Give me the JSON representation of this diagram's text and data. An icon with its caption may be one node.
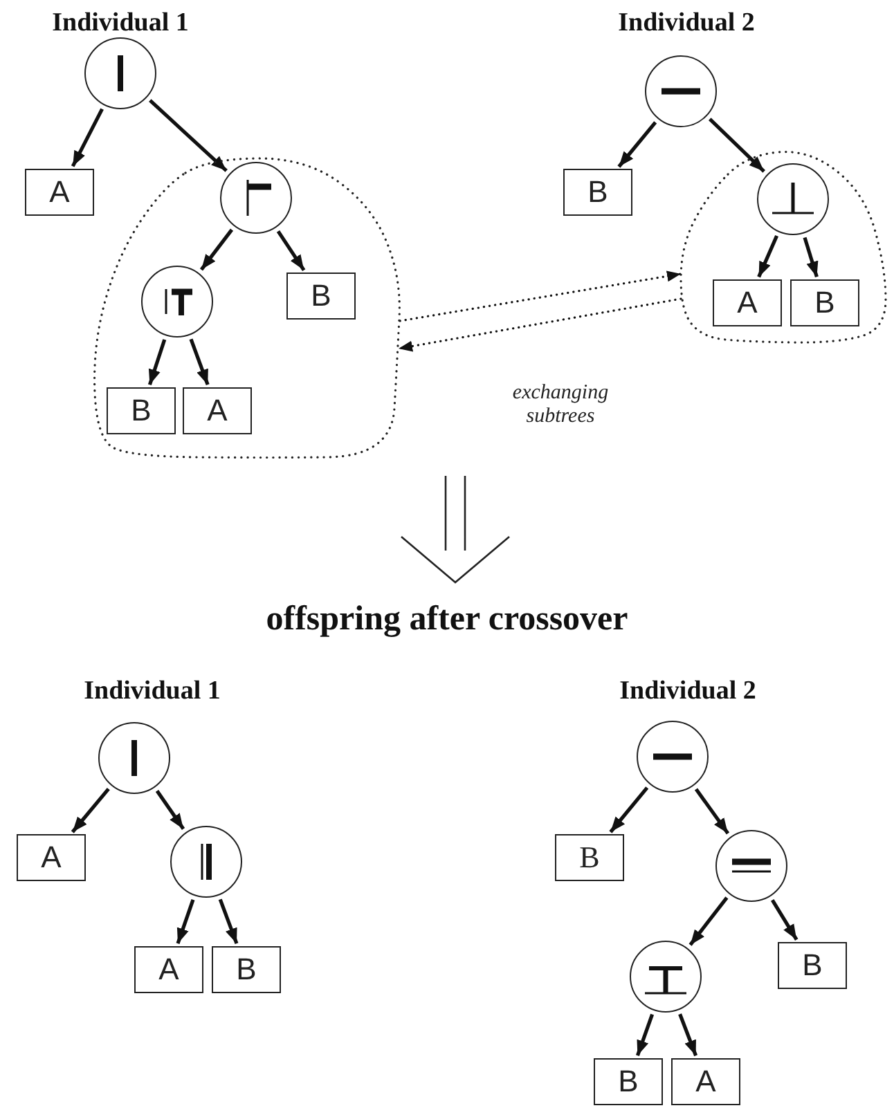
{
  "diagram": {
    "nodes": [
      {
        "text": [],
        "shape": "circle"
      },
      {
        "text": [
          "A"
        ]
      },
      {
        "text": [],
        "shape": "cloud"
      },
      {
        "text": [],
        "shape": "circle",
        "in": 2
      },
      {
        "text": [],
        "shape": "circle",
        "in": 2
      },
      {
        "text": [
          "B"
        ],
        "in": 2
      },
      {
        "text": [
          "B"
        ],
        "in": 2
      },
      {
        "text": [
          "A"
        ],
        "in": 2
      },
      {
        "text": [],
        "shape": "circle"
      },
      {
        "text": [
          "B"
        ]
      },
      {
        "text": [],
        "shape": "cloud"
      },
      {
        "text": [],
        "shape": "circle",
        "in": 10
      },
      {
        "text": [
          "A"
        ],
        "in": 10
      },
      {
        "text": [
          "B"
        ],
        "in": 10
      },
      {
        "text": [],
        "shape": "circle"
      },
      {
        "text": [
          "A"
        ]
      },
      {
        "text": [],
        "shape": "circle"
      },
      {
        "text": [
          "A"
        ]
      },
      {
        "text": [
          "B"
        ]
      },
      {
        "text": [],
        "shape": "circle"
      },
      {
        "text": [
          "B"
        ]
      },
      {
        "text": [],
        "shape": "circle"
      },
      {
        "text": [],
        "shape": "circle"
      },
      {
        "text": [
          "B"
        ]
      },
      {
        "text": [
          "B"
        ]
      },
      {
        "text": [
          "A"
        ]
      }
    ],
    "edges": [
      {
        "from": 0,
        "to": 1,
        "arrow": "to"
      },
      {
        "from": 0,
        "to": 3,
        "arrow": "to"
      },
      {
        "from": 3,
        "to": 4,
        "arrow": "to"
      },
      {
        "from": 3,
        "to": 5,
        "arrow": "to"
      },
      {
        "from": 4,
        "to": 6,
        "arrow": "to"
      },
      {
        "from": 4,
        "to": 7,
        "arrow": "to"
      },
      {
        "from": 8,
        "to": 9,
        "arrow": "to"
      },
      {
        "from": 8,
        "to": 11,
        "arrow": "to"
      },
      {
        "from": 11,
        "to": 12,
        "arrow": "to"
      },
      {
        "from": 11,
        "to": 13,
        "arrow": "to"
      },
      {
        "from": 2,
        "to": 10,
        "arrow": "to",
        "style": "dashed"
      },
      {
        "from": 10,
        "to": 2,
        "arrow": "to",
        "style": "dashed",
        "label": "exchanging subtrees"
      },
      {
        "from": 14,
        "to": 15,
        "arrow": "to"
      },
      {
        "from": 14,
        "to": 16,
        "arrow": "to"
      },
      {
        "from": 16,
        "to": 17,
        "arrow": "to"
      },
      {
        "from": 16,
        "to": 18,
        "arrow": "to"
      },
      {
        "from": 19,
        "to": 20,
        "arrow": "to"
      },
      {
        "from": 19,
        "to": 21,
        "arrow": "to"
      },
      {
        "from": 21,
        "to": 22,
        "arrow": "to"
      },
      {
        "from": 21,
        "to": 23,
        "arrow": "to"
      },
      {
        "from": 22,
        "to": 24,
        "arrow": "to"
      },
      {
        "from": 22,
        "to": 25,
        "arrow": "to"
      }
    ],
    "labels": [
      "Individual 1",
      "Individual 2",
      "offspring after crossover",
      "Individual 1",
      "Individual 2"
    ]
  }
}
